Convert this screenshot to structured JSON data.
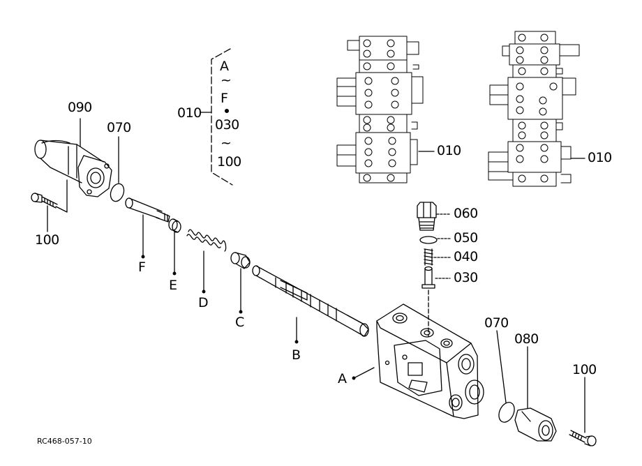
{
  "labels": {
    "range_a": "A",
    "range_tilde1": "~",
    "range_f": "F",
    "range_030": "030",
    "range_tilde2": "~",
    "range_100": "100",
    "range_010": "010",
    "p090": "090",
    "p070_left": "070",
    "p100_left": "100",
    "pF": "F",
    "pE": "E",
    "pD": "D",
    "pC": "C",
    "pB": "B",
    "pA": "A",
    "p060": "060",
    "p050": "050",
    "p040": "040",
    "p030": "030",
    "p070_right": "070",
    "p080": "080",
    "p100_right": "100",
    "p010_mid": "010",
    "p010_right": "010"
  },
  "reference": "RC468-057-10"
}
